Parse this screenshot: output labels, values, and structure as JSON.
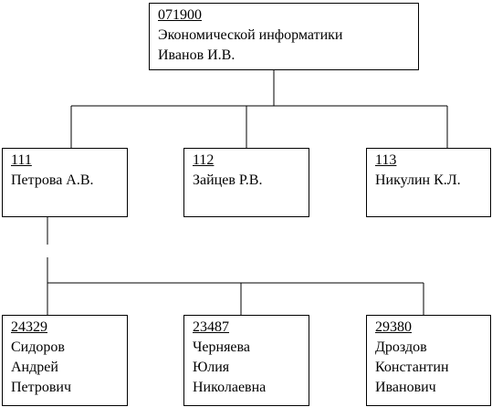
{
  "root": {
    "code": "071900",
    "lines": [
      "Экономической информатики",
      "Иванов И.В."
    ]
  },
  "level1": [
    {
      "code": "111",
      "lines": [
        "Петрова А.В."
      ]
    },
    {
      "code": "112",
      "lines": [
        "Зайцев Р.В."
      ]
    },
    {
      "code": "113",
      "lines": [
        "Никулин К.Л."
      ]
    }
  ],
  "level2": [
    {
      "code": "24329",
      "lines": [
        "Сидоров",
        "Андрей",
        "Петрович"
      ]
    },
    {
      "code": "23487",
      "lines": [
        "Черняева",
        "Юлия",
        "Николаевна"
      ]
    },
    {
      "code": "29380",
      "lines": [
        "Дроздов",
        "Константин",
        "Иванович"
      ]
    }
  ]
}
